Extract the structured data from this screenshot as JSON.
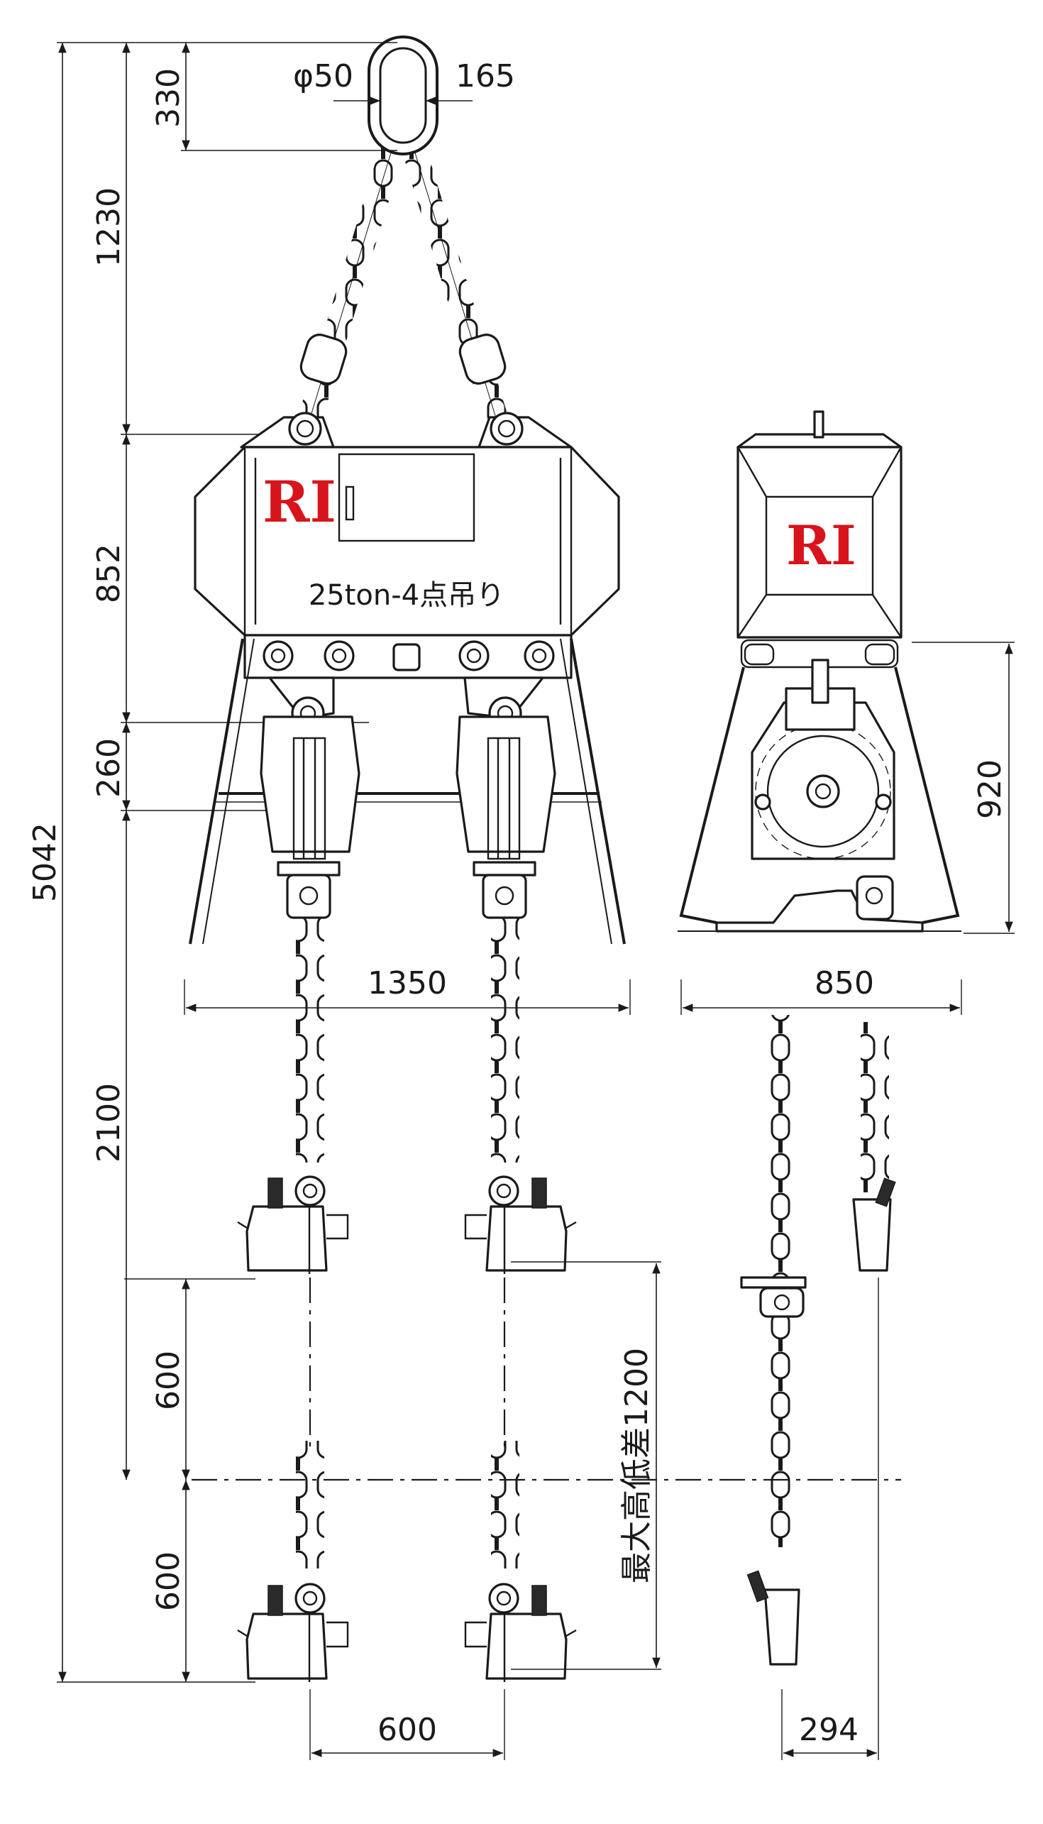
{
  "brand": {
    "logo_text": "RI",
    "logo_color": "#d7141c"
  },
  "model_label": "25ton-4点吊り",
  "dimensions": {
    "ring_diameter": "φ50",
    "ring_width": "165",
    "ring_height": "330",
    "sling_height": "1230",
    "body_height": "852",
    "hook_offset": "260",
    "total_height": "5042",
    "chain_length": "2100",
    "step1": "600",
    "step2": "600",
    "front_width": "1350",
    "hook_spacing": "600",
    "side_width": "850",
    "side_height": "920",
    "side_offset": "294",
    "max_height_difference": "最大高低差1200"
  },
  "colors": {
    "line": "#1a1a1a",
    "accent": "#d7141c"
  }
}
